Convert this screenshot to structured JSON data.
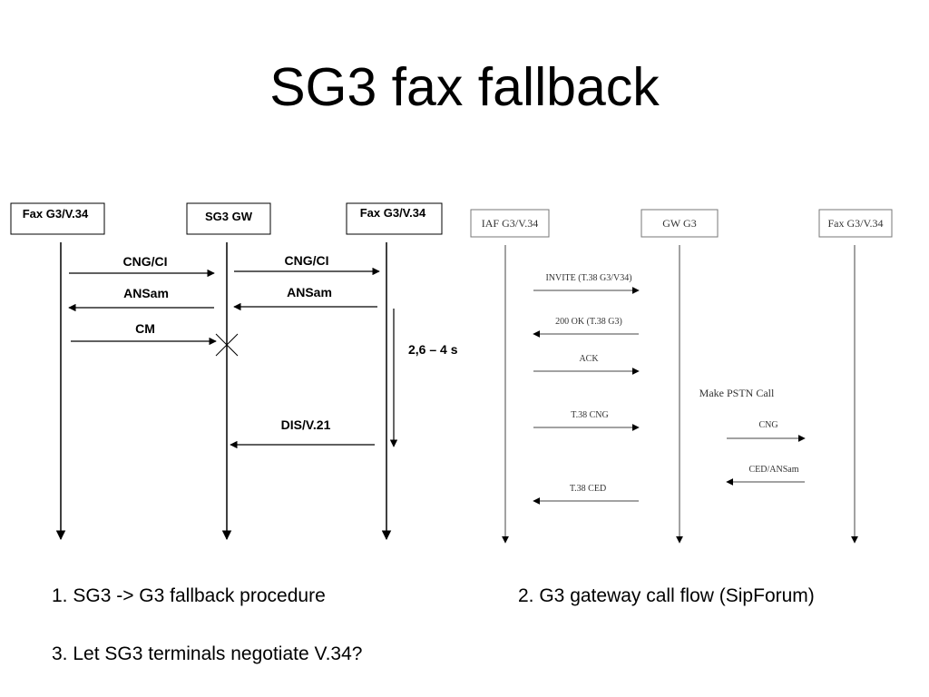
{
  "slide": {
    "title": "SG3 fax fallback"
  },
  "left_flow": {
    "entities": [
      "Fax G3/V.34",
      "SG3 GW",
      "Fax G3/V.34"
    ],
    "messages": [
      "CNG/CI",
      "CNG/CI",
      "ANSam",
      "ANSam",
      "CM",
      "DIS/V.21"
    ],
    "timer_label": "2,6 – 4 s"
  },
  "right_flow": {
    "entities": [
      "IAF G3/V.34",
      "GW G3",
      "Fax G3/V.34"
    ],
    "messages": [
      "INVITE (T.38 G3/V34)",
      "200 OK (T.38 G3)",
      "ACK",
      "T.38 CNG",
      "CNG",
      "CED/ANSam",
      "T.38 CED"
    ],
    "note": "Make PSTN Call"
  },
  "captions": [
    "1. SG3 -> G3 fallback procedure",
    "2. G3 gateway call flow (SipForum)",
    "3. Let SG3 terminals negotiate V.34?"
  ]
}
